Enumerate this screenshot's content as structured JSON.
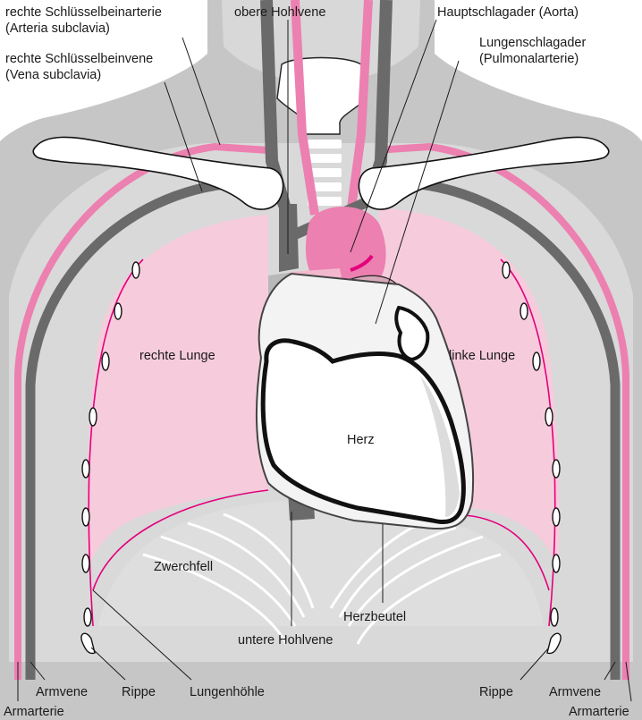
{
  "labels": {
    "right_subclavian_artery_1": "rechte Schlüsselbeinarterie",
    "right_subclavian_artery_2": "(Arteria subclavia)",
    "superior_vena_cava": "obere Hohlvene",
    "aorta": "Hauptschlagader (Aorta)",
    "pulmonary_artery_1": "Lungenschlagader",
    "pulmonary_artery_2": "(Pulmonalarterie)",
    "right_subclavian_vein_1": "rechte Schlüsselbeinvene",
    "right_subclavian_vein_2": "(Vena subclavia)",
    "right_lung": "rechte Lunge",
    "left_lung": "linke Lunge",
    "heart": "Herz",
    "diaphragm": "Zwerchfell",
    "pericardium": "Herzbeutel",
    "inferior_vena_cava": "untere Hohlvene",
    "arm_vein_left": "Armvene",
    "rib_left": "Rippe",
    "pleural_cavity": "Lungenhöhle",
    "rib_right": "Rippe",
    "arm_vein_right": "Armvene",
    "arm_artery_left": "Armarterie",
    "arm_artery_right": "Armarterie"
  },
  "colors": {
    "body": "#c6c6c6",
    "body_light": "#dcdcdc",
    "lung": "#f6ccdc",
    "artery": "#ec80b0",
    "artery_dark": "#e4007d",
    "vein": "#6a6a6a",
    "heart_pink": "#f3b8cd",
    "pulmonary": "#d6a8b8",
    "diaphragm": "#dedede"
  }
}
